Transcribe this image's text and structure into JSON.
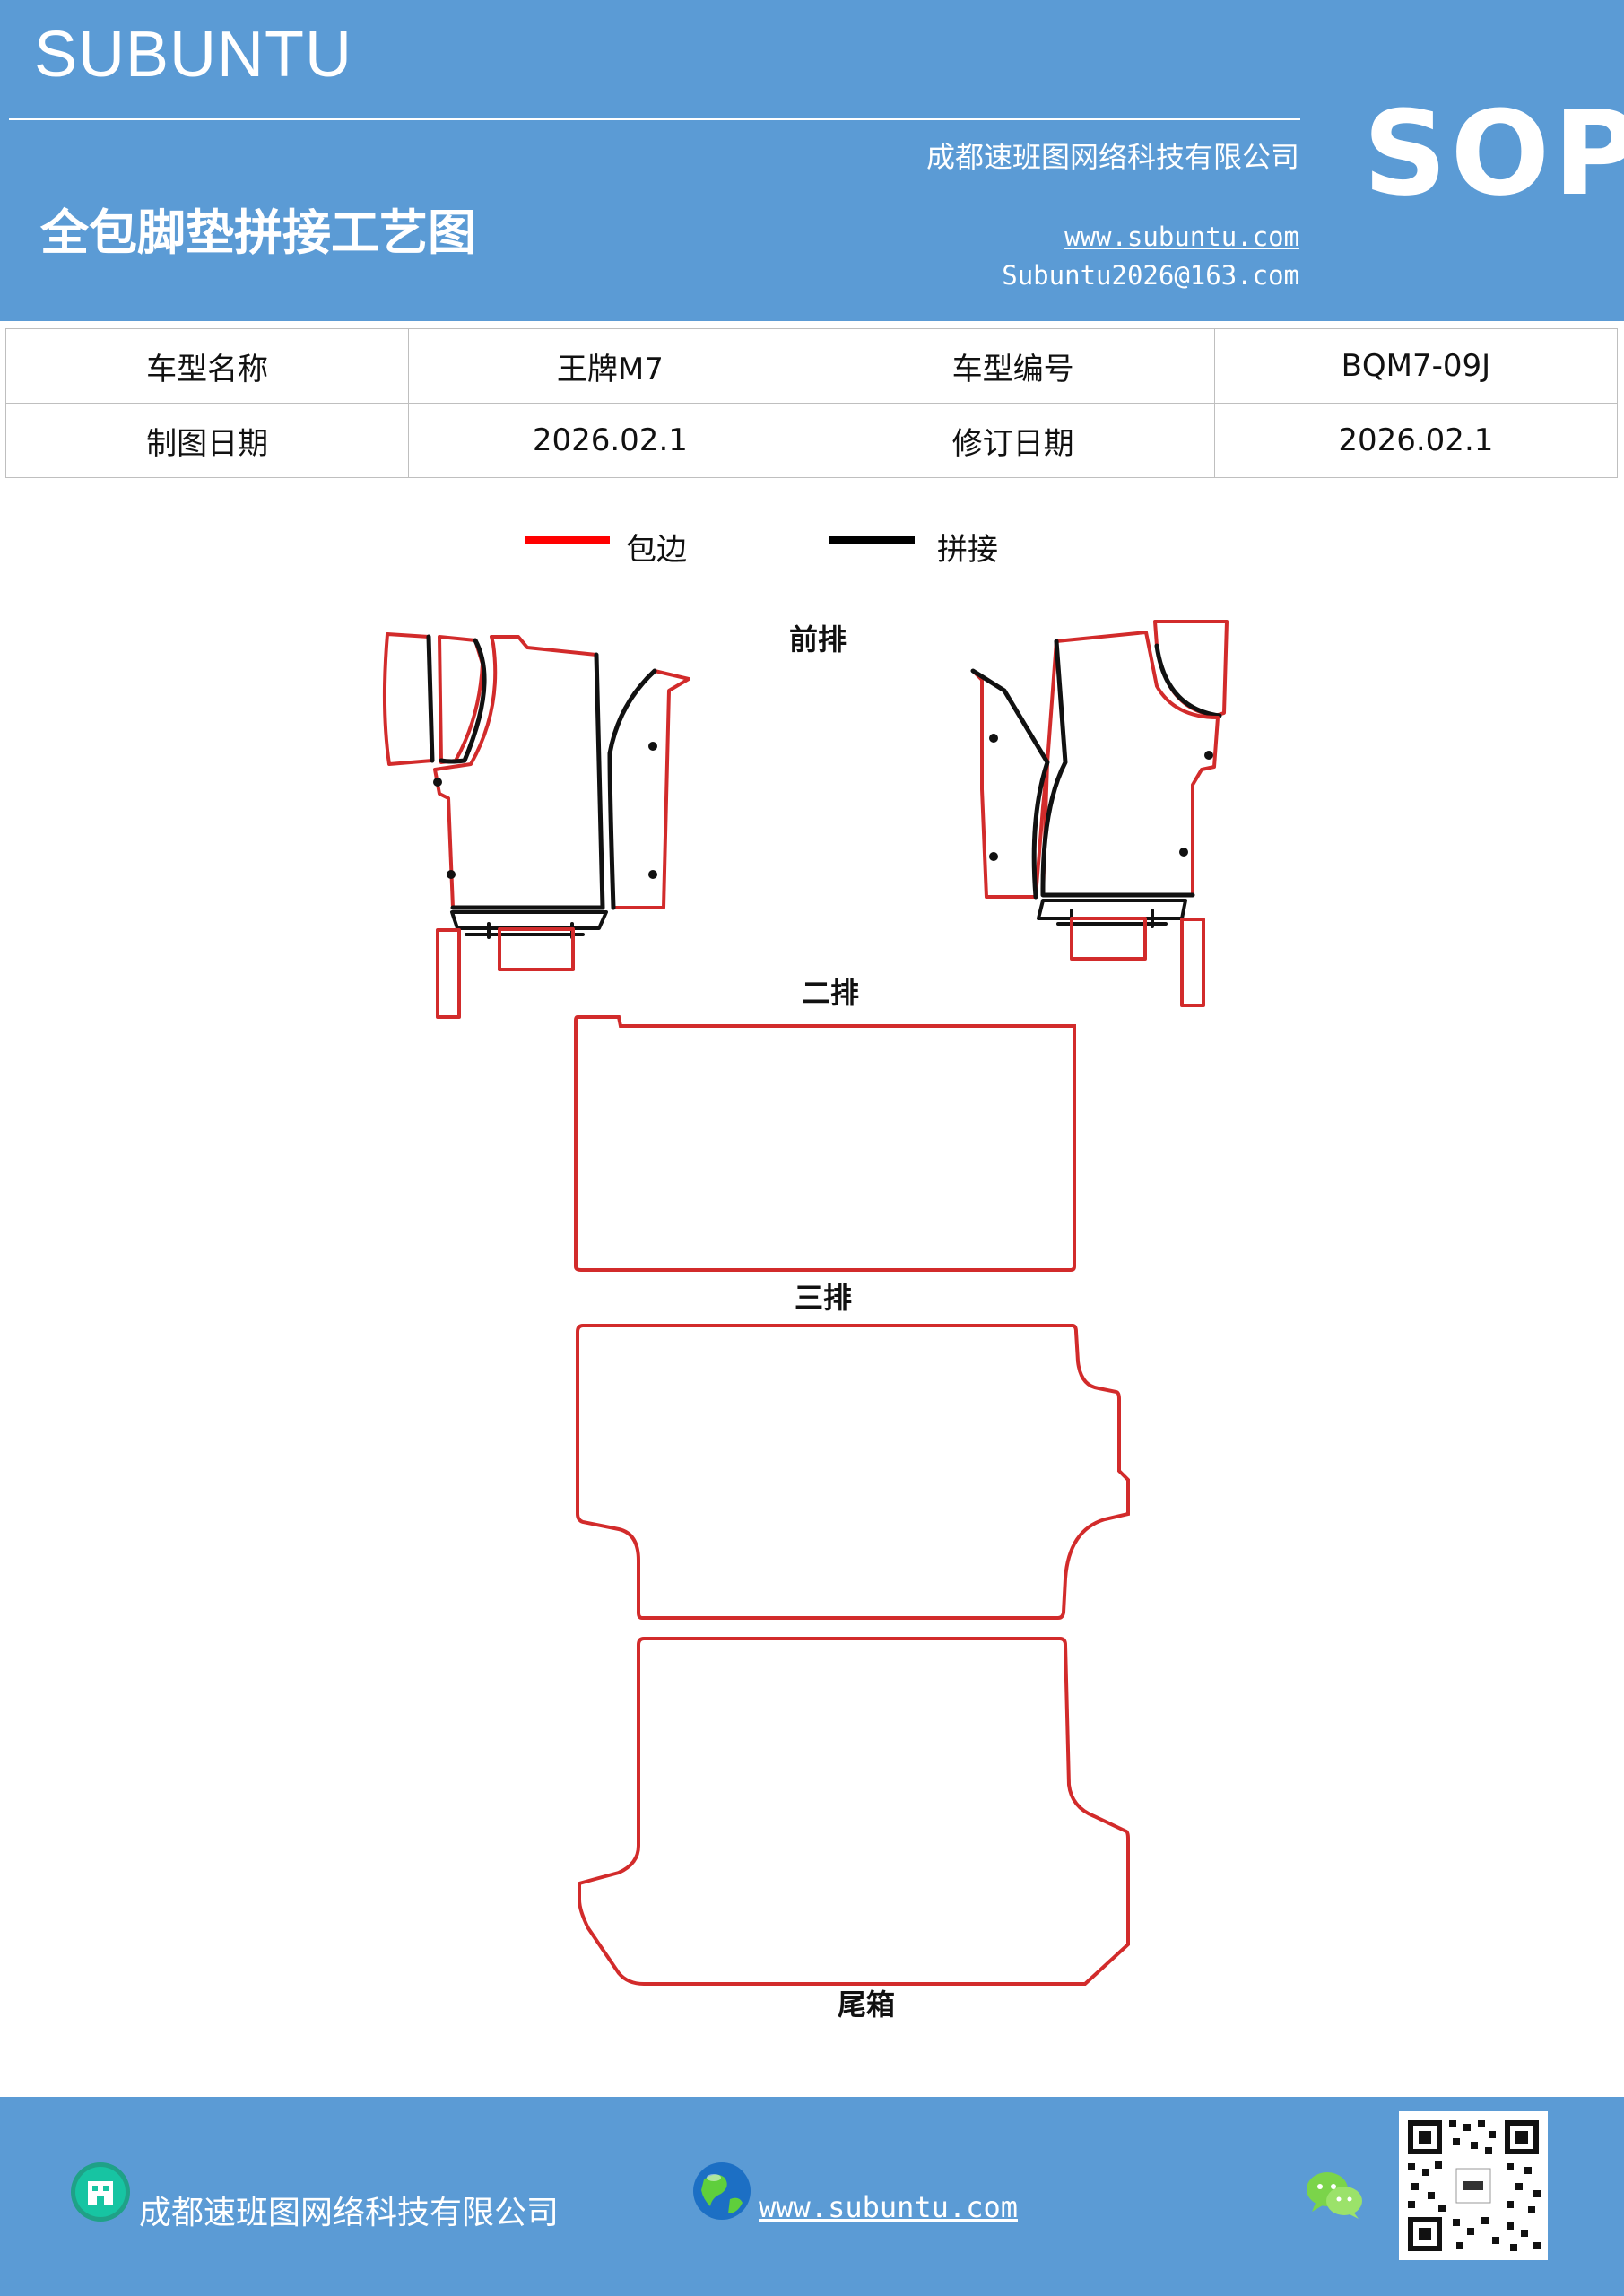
{
  "header": {
    "brand": "SUBUNTU",
    "company": "成都速班图网络科技有限公司",
    "title": "全包脚垫拼接工艺图",
    "website": "www.subuntu.com",
    "email": "Subuntu2026@163.com",
    "badge": "SOP"
  },
  "info_table": {
    "rows": [
      [
        "车型名称",
        "王牌M7",
        "车型编号",
        "BQM7-09J"
      ],
      [
        "制图日期",
        "2026.02.1",
        "修订日期",
        "2026.02.1"
      ]
    ]
  },
  "legend": {
    "items": [
      {
        "label": "包边",
        "color": "#ff0000"
      },
      {
        "label": "拼接",
        "color": "#000000"
      }
    ]
  },
  "diagram": {
    "labels": {
      "front": "前排",
      "second": "二排",
      "third": "三排",
      "trunk": "尾箱"
    },
    "colors": {
      "edge": "#d22b2b",
      "seam": "#111111"
    }
  },
  "footer": {
    "company": "成都速班图网络科技有限公司",
    "website": "www.subuntu.com",
    "icons": [
      "building-icon",
      "globe-icon",
      "wechat-icon",
      "qr-code"
    ]
  }
}
